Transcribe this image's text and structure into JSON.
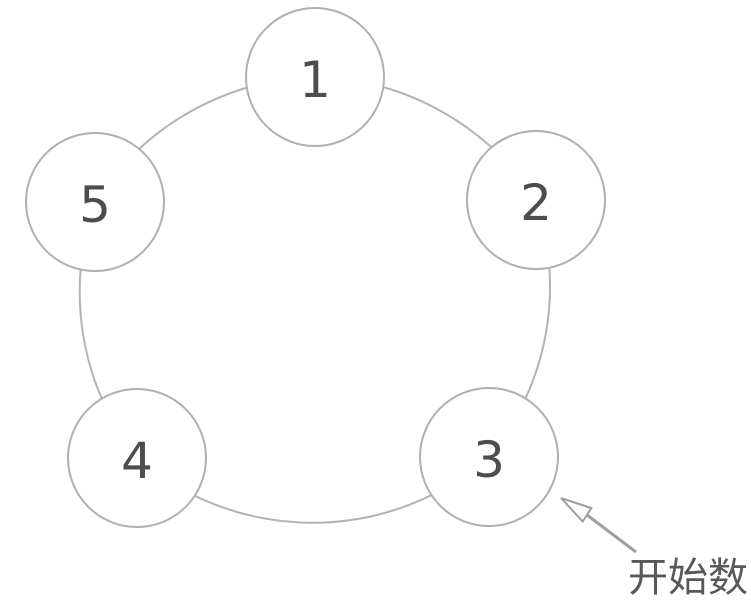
{
  "diagram": {
    "nodes": [
      {
        "label": "1"
      },
      {
        "label": "2"
      },
      {
        "label": "3"
      },
      {
        "label": "4"
      },
      {
        "label": "5"
      }
    ],
    "annotation": {
      "label": "开始数",
      "target_node": "3"
    },
    "colors": {
      "ring_stroke": "#b3b3b3",
      "node_stroke": "#b0b0b0",
      "node_fill": "#ffffff",
      "number_text": "#4d4d4d",
      "arrow": "#9e9e9e",
      "arrowhead_fill": "#ffffff",
      "annotation_text": "#595959"
    }
  }
}
